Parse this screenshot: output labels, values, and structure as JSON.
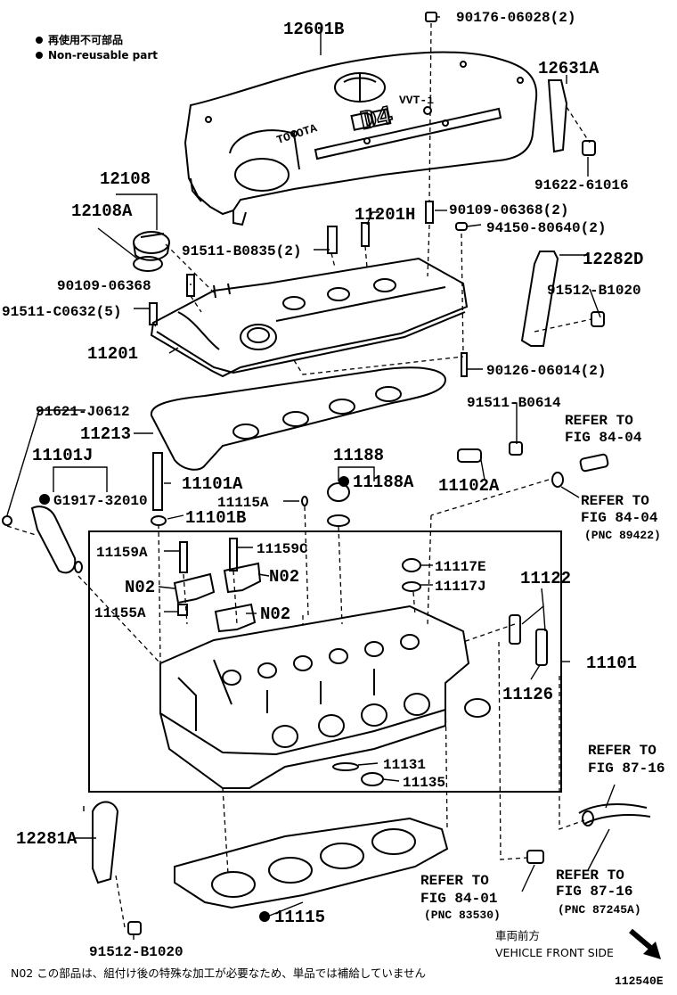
{
  "legend": {
    "jp": "再使用不可部品",
    "en": "Non-reusable part"
  },
  "parts": {
    "p12601B": "12601B",
    "p90176": "90176-06028(2)",
    "p12631A": "12631A",
    "p91622": "91622-61016",
    "p12108": "12108",
    "p12108A": "12108A",
    "p11201H": "11201H",
    "p90109a": "90109-06368(2)",
    "p94150": "94150-80640(2)",
    "p91511B0835": "91511-B0835(2)",
    "p12282D": "12282D",
    "p90109b": "90109-06368",
    "p91512a": "91512-B1020",
    "p91511C": "91511-C0632(5)",
    "p11201": "11201",
    "p90126": "90126-06014(2)",
    "p91621": "91621-J0612",
    "p91511B0614": "91511-B0614",
    "p11213": "11213",
    "p11188": "11188",
    "p11101J": "11101J",
    "p11188A": "11188A",
    "p11101A": "11101A",
    "p11102A": "11102A",
    "p11115A": "11115A",
    "pG1917": "G1917-32010",
    "p11101B": "11101B",
    "p11159A": "11159A",
    "p11159C": "11159C",
    "p11117E": "11117E",
    "p11122": "11122",
    "pN02a": "N02",
    "pN02b": "N02",
    "p11117J": "11117J",
    "pN02c": "N02",
    "p11155A": "11155A",
    "p11101": "11101",
    "p11126": "11126",
    "p11131": "11131",
    "p11135": "11135",
    "p12281A": "12281A",
    "p11115": "11115",
    "p91512b": "91512-B1020"
  },
  "refs": {
    "r1a": "REFER TO",
    "r1b": "FIG 84-04",
    "r2a": "REFER TO",
    "r2b": "FIG 84-04",
    "r2c": "(PNC 89422)",
    "r3a": "REFER TO",
    "r3b": "FIG 87-16",
    "r4a": "REFER TO",
    "r4b": "FIG 84-01",
    "r4c": "(PNC 83530)",
    "r5a": "REFER TO",
    "r5b": "FIG 87-16",
    "r5c": "(PNC 87245A)"
  },
  "cover_text": {
    "brand": "TOYOTA",
    "model": "D4",
    "sub": "VVT-i"
  },
  "front_side": {
    "jp": "車両前方",
    "en": "VEHICLE FRONT SIDE"
  },
  "note": "N02  この部品は、組付け後の特殊な加工が必要なため、単品では補給していません",
  "figure_id": "112540E"
}
